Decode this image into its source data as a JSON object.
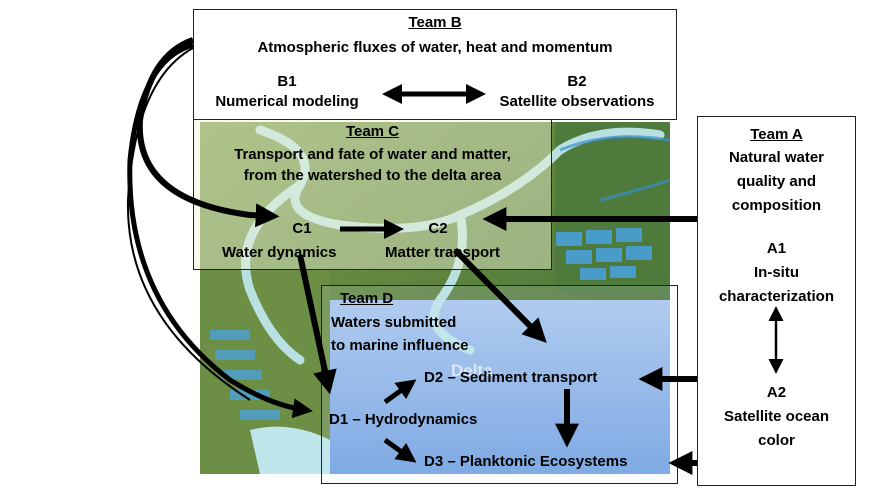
{
  "teamB": {
    "title": "Team B",
    "subtitle": "Atmospheric fluxes of water, heat and momentum",
    "b1_code": "B1",
    "b1_label": "Numerical modeling",
    "b2_code": "B2",
    "b2_label": "Satellite observations"
  },
  "teamC": {
    "title": "Team C",
    "line1": "Transport and fate of water and matter,",
    "line2": "from the watershed to the delta area",
    "c1_code": "C1",
    "c1_label": "Water dynamics",
    "c2_code": "C2",
    "c2_label": "Matter transport"
  },
  "teamA": {
    "title": "Team A",
    "line1": "Natural water",
    "line2": "quality and",
    "line3": "composition",
    "a1_code": "A1",
    "a1_line1": "In-situ",
    "a1_line2": "characterization",
    "a2_code": "A2",
    "a2_line1": "Satellite ocean",
    "a2_line2": "color"
  },
  "teamD": {
    "title": "Team D",
    "line1": "Waters submitted",
    "line2": "to marine influence",
    "d1": "D1 – Hydrodynamics",
    "d2": "D2 – Sediment transport",
    "d3": "D3 – Planktonic Ecosystems"
  },
  "background": {
    "delta_label": "Delta"
  },
  "colors": {
    "sky_water": "#8fb8e8",
    "land": "#5f8a3a",
    "river": "#bfe6ea",
    "arrow": "#000000"
  }
}
